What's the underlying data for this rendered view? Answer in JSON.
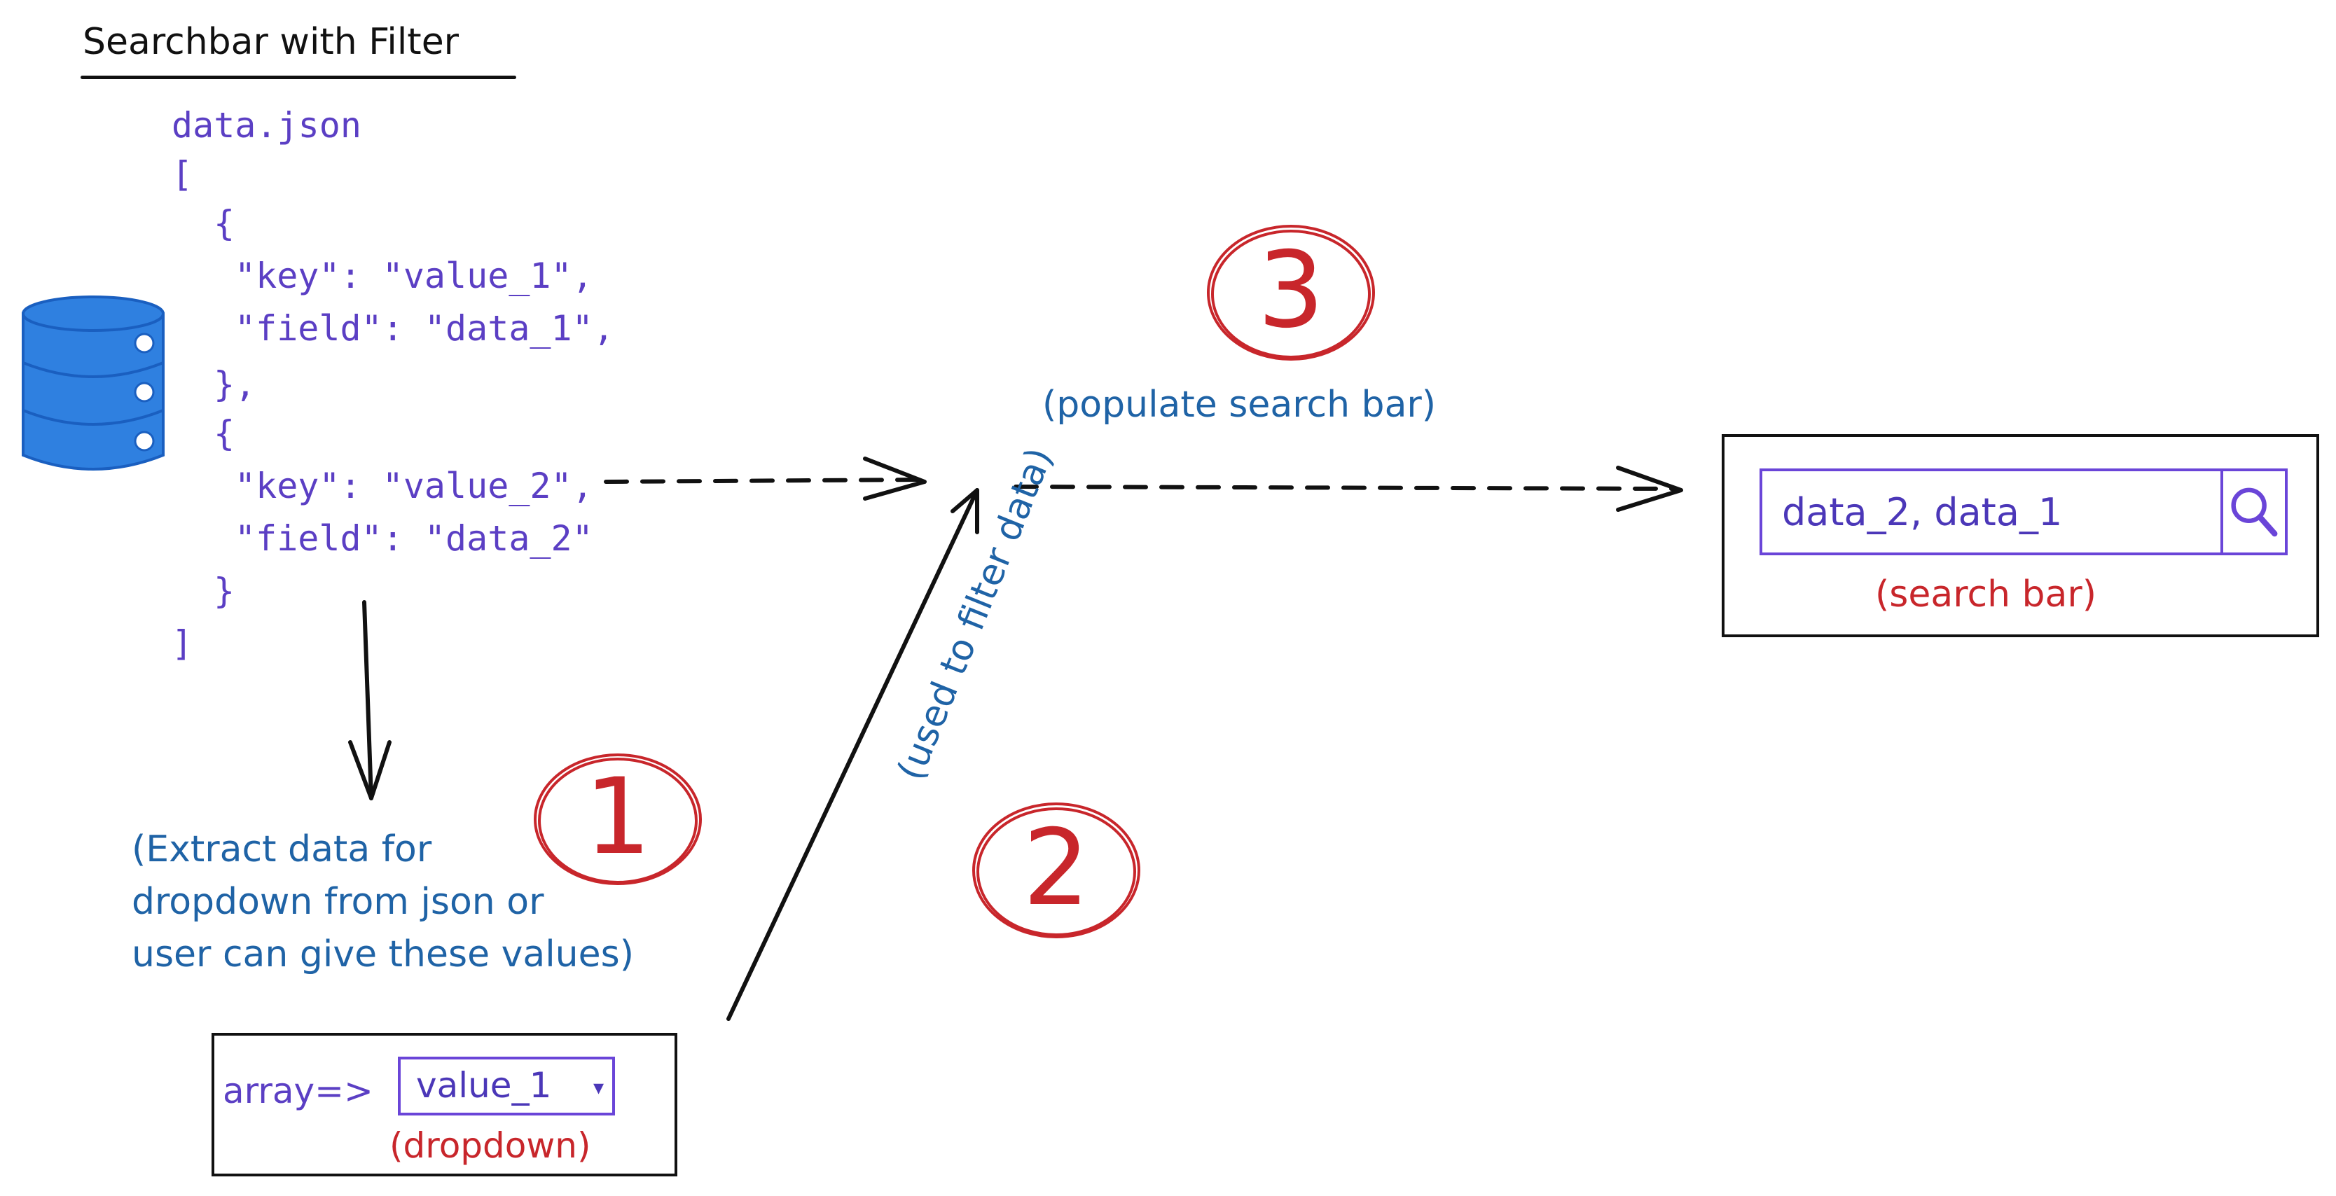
{
  "title": "Searchbar with Filter",
  "json_block": {
    "filename": "data.json",
    "lines": [
      "[",
      "{",
      "\"key\": \"value_1\",",
      "\"field\": \"data_1\",",
      "},",
      "{",
      "\"key\": \"value_2\",",
      "\"field\": \"data_2\"",
      "}",
      "]"
    ]
  },
  "steps": {
    "step1": {
      "number": "1"
    },
    "step2": {
      "number": "2"
    },
    "step3": {
      "number": "3"
    }
  },
  "notes": {
    "extract_line1": "(Extract data for",
    "extract_line2": "dropdown from json or",
    "extract_line3": "user can give these values)",
    "filter": "(used to filter data)",
    "populate": "(populate search bar)"
  },
  "dropdown": {
    "prefix": "array=>",
    "selected": "value_1",
    "caption": "(dropdown)"
  },
  "search_bar": {
    "value": "data_2, data_1",
    "caption": "(search bar)"
  },
  "colors": {
    "purple": "#5b3fc4",
    "blue": "#1f63a6",
    "red": "#c8262b",
    "database": "#2f80e0"
  },
  "icons": [
    "database-icon",
    "search-icon",
    "dropdown-caret-icon"
  ]
}
